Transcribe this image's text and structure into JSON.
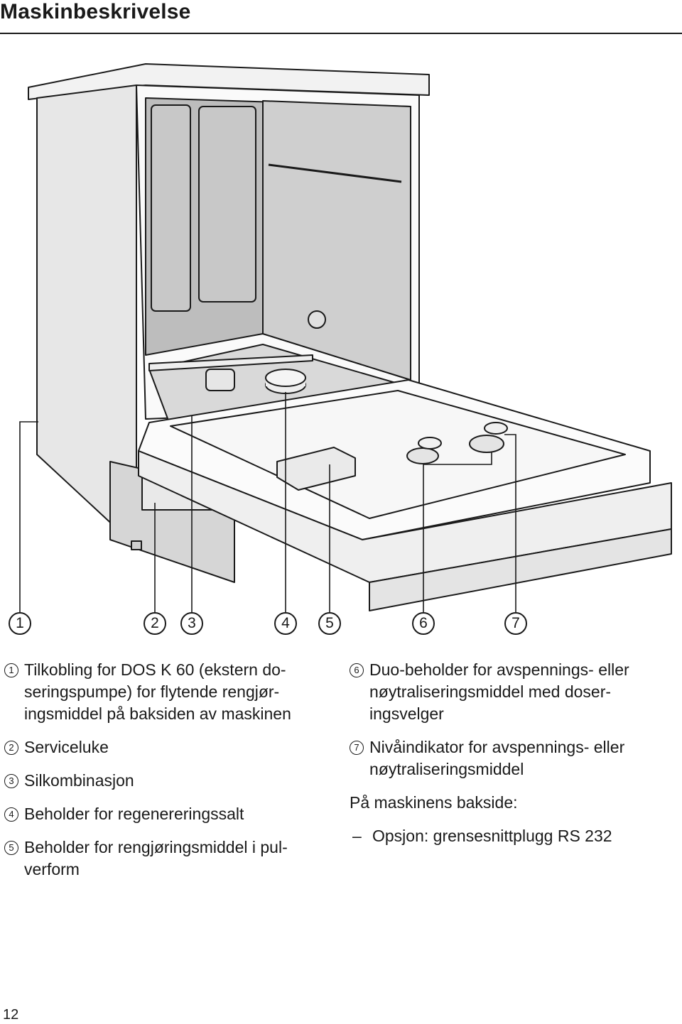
{
  "header": {
    "title": "Maskinbeskrivelse"
  },
  "callouts": [
    "1",
    "2",
    "3",
    "4",
    "5",
    "6",
    "7"
  ],
  "legend_left": [
    {
      "num": "1",
      "text": "Tilkobling for DOS K 60 (ekstern do-seringspumpe) for flytende rengjør-ingsmiddel på baksiden av maskinen"
    },
    {
      "num": "2",
      "text": "Serviceluke"
    },
    {
      "num": "3",
      "text": "Silkombinasjon"
    },
    {
      "num": "4",
      "text": "Beholder for regenereringssalt"
    },
    {
      "num": "5",
      "text": "Beholder for rengjøringsmiddel i pul-verform"
    }
  ],
  "legend_right": [
    {
      "num": "6",
      "text": "Duo-beholder for avspennings- eller nøytraliseringsmiddel med doser-ingsvelger"
    },
    {
      "num": "7",
      "text": "Nivåindikator for avspennings- eller nøytraliseringsmiddel"
    }
  ],
  "rear_heading": "På maskinens bakside:",
  "rear_item": {
    "dash": "–",
    "text": "Opsjon: grensesnittplugg RS 232"
  },
  "page_number": "12"
}
